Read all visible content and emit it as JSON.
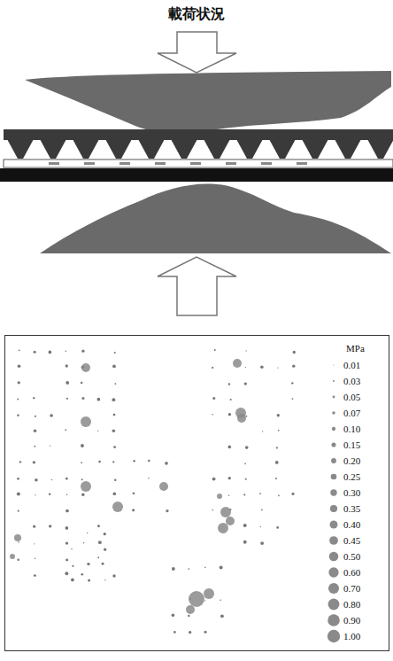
{
  "diagram": {
    "title": "載荷状況",
    "labels": [
      "MPa"
    ],
    "legend": [
      {
        "text": "0.01"
      },
      {
        "text": "0.03"
      },
      {
        "text": "0.05"
      },
      {
        "text": "0.07"
      },
      {
        "text": "0.10"
      },
      {
        "text": "0.15"
      },
      {
        "text": "0.20"
      },
      {
        "text": "0.25"
      },
      {
        "text": "0.30"
      },
      {
        "text": "0.35"
      },
      {
        "text": "0.40"
      },
      {
        "text": "0.45"
      },
      {
        "text": "0.50"
      },
      {
        "text": "0.60"
      },
      {
        "text": "0.70"
      },
      {
        "text": "0.80"
      },
      {
        "text": "0.90"
      },
      {
        "text": "1.00"
      }
    ]
  }
}
